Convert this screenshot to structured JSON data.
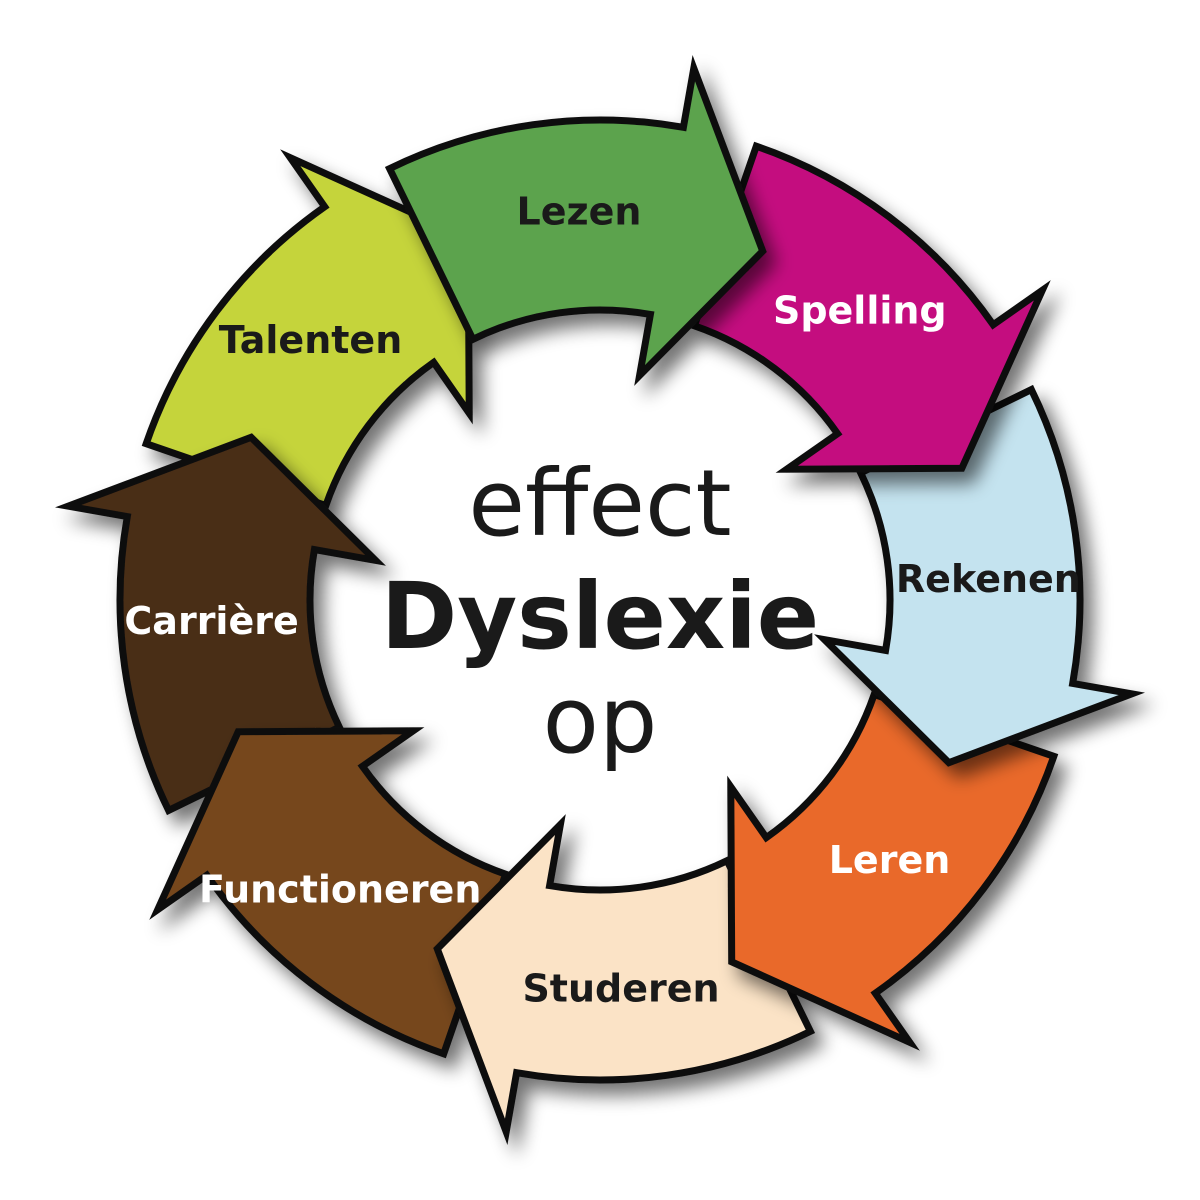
{
  "center": {
    "line1": "effect",
    "line2": "Dyslexie",
    "line3": "op"
  },
  "cycle": [
    {
      "label": "Lezen",
      "fill": "#5ba34d",
      "text_color": "#1a1a1a"
    },
    {
      "label": "Spelling",
      "fill": "#c4097f",
      "text_color": "#ffffff"
    },
    {
      "label": "Rekenen",
      "fill": "#c4e3ef",
      "text_color": "#1a1a1a"
    },
    {
      "label": "Leren",
      "fill": "#e9692a",
      "text_color": "#ffffff"
    },
    {
      "label": "Studeren",
      "fill": "#fbe3c6",
      "text_color": "#1a1a1a"
    },
    {
      "label": "Functioneren",
      "fill": "#76471e",
      "text_color": "#ffffff"
    },
    {
      "label": "Carrière",
      "fill": "#4a2d14",
      "text_color": "#ffffff"
    },
    {
      "label": "Talenten",
      "fill": "#c5d43a",
      "text_color": "#1a1a1a"
    }
  ],
  "colors": {
    "outline": "#111111",
    "background": "#ffffff"
  }
}
